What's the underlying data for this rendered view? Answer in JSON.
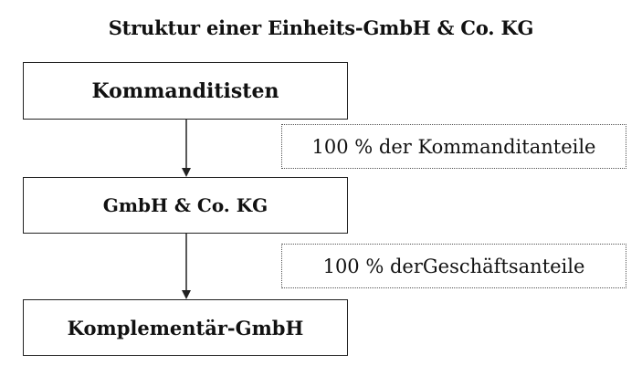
{
  "title": "Struktur einer Einheits-GmbH & Co. KG",
  "nodes": [
    {
      "label": "Kommanditisten"
    },
    {
      "label": "GmbH & Co. KG"
    },
    {
      "label": "Komplementär-GmbH"
    }
  ],
  "edges": [
    {
      "from": 0,
      "to": 1,
      "label": "100 % der Kommanditanteile"
    },
    {
      "from": 1,
      "to": 2,
      "label": "100 % derGeschäftsanteile"
    }
  ],
  "colors": {
    "line": "#222222",
    "text": "#111111"
  }
}
